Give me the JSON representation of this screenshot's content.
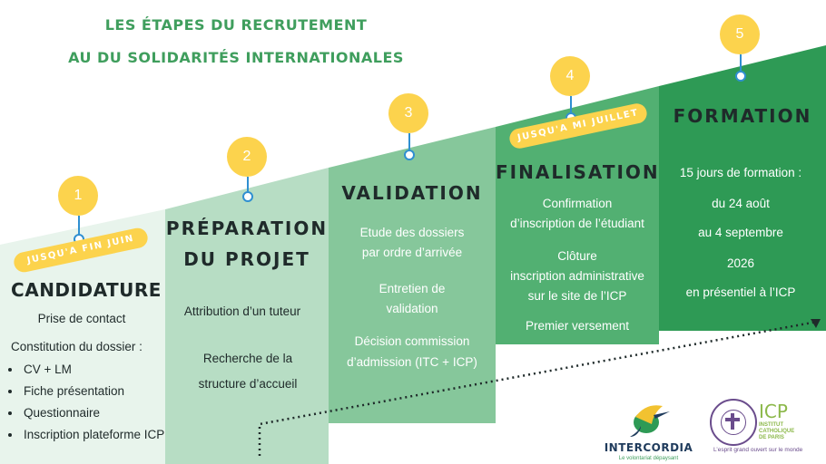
{
  "title": {
    "line1": "LES ÉTAPES DU RECRUTEMENT",
    "line2": "AU DU SOLIDARITÉS INTERNATIONALES"
  },
  "steps": [
    {
      "number": "1",
      "heading": "CANDIDATURE",
      "deadline": "JUSQU'A FIN JUIN",
      "lines": [
        "Prise de contact",
        "Constitution du dossier  :"
      ],
      "bullets": [
        "CV + LM",
        "Fiche présentation",
        "Questionnaire",
        "Inscription plateforme ICP"
      ]
    },
    {
      "number": "2",
      "heading_line1": "PRÉPARATION",
      "heading_line2": "DU PROJET",
      "lines": [
        "Attribution d’un tuteur",
        "Recherche de la",
        "structure d’accueil"
      ]
    },
    {
      "number": "3",
      "heading": "VALIDATION",
      "lines": [
        "Etude des dossiers",
        "par ordre d’arrivée",
        "Entretien de",
        "validation",
        "Décision commission",
        "d’admission (ITC + ICP)"
      ]
    },
    {
      "number": "4",
      "heading": "FINALISATION",
      "deadline": "JUSQU'A MI JUILLET",
      "lines": [
        "Confirmation",
        "d’inscription de l’étudiant",
        "Clôture",
        "inscription administrative",
        "sur le site de l’ICP",
        "Premier versement"
      ]
    },
    {
      "number": "5",
      "heading": "FORMATION",
      "lines": [
        "15 jours de formation :",
        "du 24 août",
        "au 4 septembre",
        "2026",
        "en présentiel à l’ICP"
      ]
    }
  ],
  "logos": {
    "intercordia": {
      "name": "INTERCORDIA",
      "tagline": "Le volontariat dépaysant"
    },
    "icp": {
      "abbr": "ICP",
      "line1": "INSTITUT",
      "line2": "CATHOLIQUE",
      "line3": "DE PARIS",
      "tagline": "L’esprit grand ouvert sur le monde"
    }
  },
  "colors": {
    "green_1": "#e8f4ec",
    "green_2": "#b7ddc4",
    "green_3": "#86c79b",
    "green_4": "#52b072",
    "green_5": "#2e9a55",
    "accent_yellow": "#fcd34d",
    "title_green": "#3f9e5d"
  }
}
